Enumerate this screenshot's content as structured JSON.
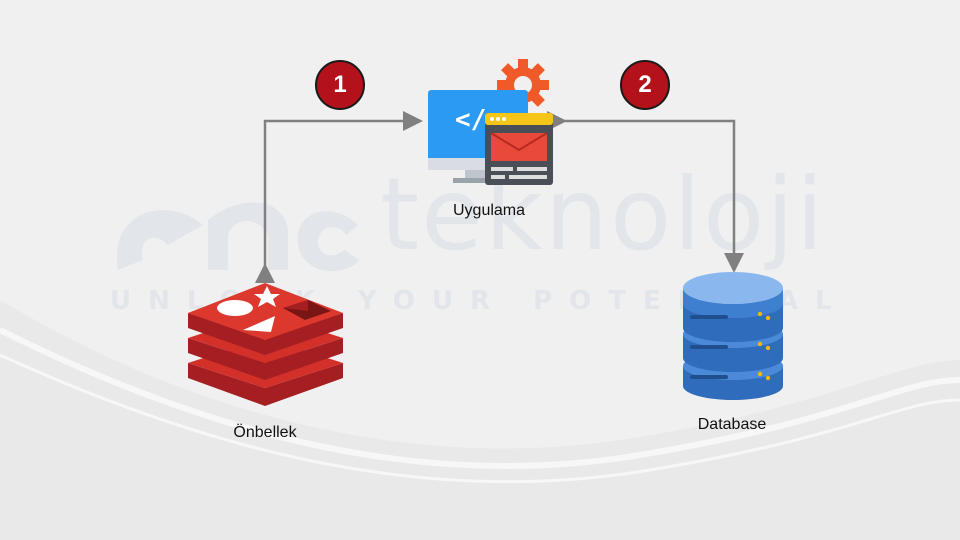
{
  "watermark": {
    "brand": "teknoloji",
    "tagline": "UNLOCK YOUR POTENTIAL"
  },
  "nodes": {
    "app": {
      "label": "Uygulama",
      "icon": "app-window-gear-icon"
    },
    "cache": {
      "label": "Önbellek",
      "icon": "redis-stack-icon"
    },
    "database": {
      "label": "Database",
      "icon": "database-cylinder-icon"
    }
  },
  "steps": [
    {
      "number": "1"
    },
    {
      "number": "2"
    }
  ],
  "colors": {
    "badge": "#b4121b",
    "arrow": "#808080",
    "redis": "#d3302a",
    "database": "#3f7fd0",
    "monitor": "#1e88e5"
  }
}
